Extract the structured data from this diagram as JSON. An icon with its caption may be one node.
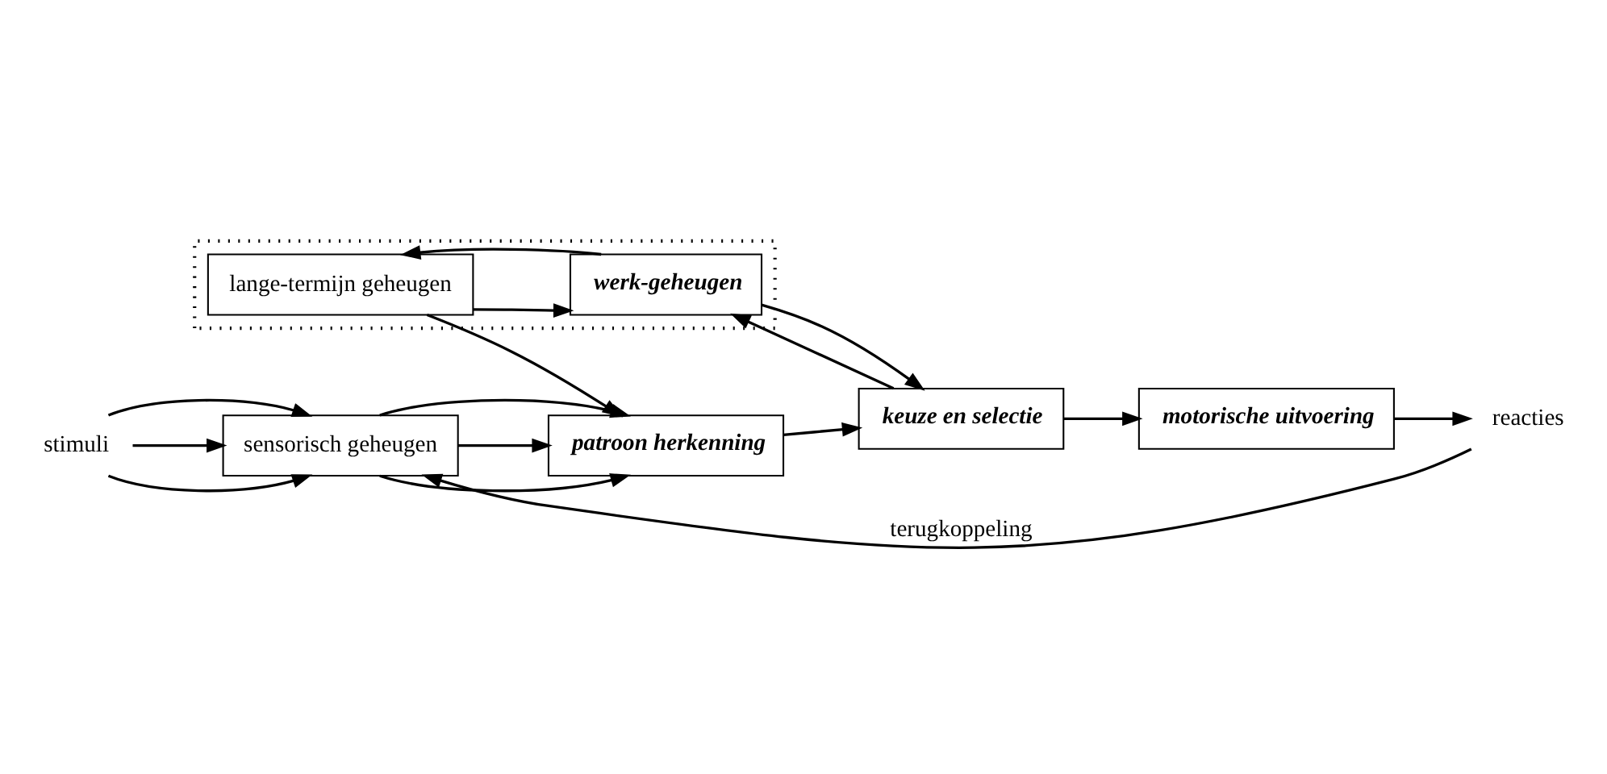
{
  "diagram": {
    "nodes": [
      {
        "text": [],
        "shape": "box"
      },
      {
        "text": [
          "lange-termijn geheugen"
        ],
        "in": 0
      },
      {
        "text": [
          "werk-geheugen"
        ],
        "in": 0
      },
      {
        "text": [
          "sensorisch geheugen"
        ]
      },
      {
        "text": [
          "patroon herkenning"
        ]
      },
      {
        "text": [
          "keuze en selectie"
        ]
      },
      {
        "text": [
          "motorische uitvoering"
        ]
      },
      {
        "text": [
          "stimuli"
        ]
      },
      {
        "text": [
          "reacties"
        ]
      }
    ],
    "edges": [
      {
        "from": 7,
        "to": 3,
        "arrow": "to"
      },
      {
        "from": 7,
        "to": 3,
        "arrow": "to"
      },
      {
        "from": 7,
        "to": 3,
        "arrow": "to"
      },
      {
        "from": 3,
        "to": 4,
        "arrow": "to"
      },
      {
        "from": 3,
        "to": 4,
        "arrow": "to"
      },
      {
        "from": 3,
        "to": 4,
        "arrow": "to"
      },
      {
        "from": 4,
        "to": 5,
        "arrow": "to"
      },
      {
        "from": 5,
        "to": 6,
        "arrow": "to"
      },
      {
        "from": 6,
        "to": 8,
        "arrow": "to"
      },
      {
        "from": 1,
        "to": 4,
        "arrow": "to"
      },
      {
        "from": 1,
        "to": 2,
        "arrow": "to"
      },
      {
        "from": 2,
        "to": 1,
        "arrow": "to"
      },
      {
        "from": 5,
        "to": 2,
        "arrow": "to"
      },
      {
        "from": 2,
        "to": 5,
        "arrow": "to"
      },
      {
        "from": 8,
        "to": 3,
        "arrow": "to",
        "label": "terugkoppeling"
      }
    ]
  }
}
